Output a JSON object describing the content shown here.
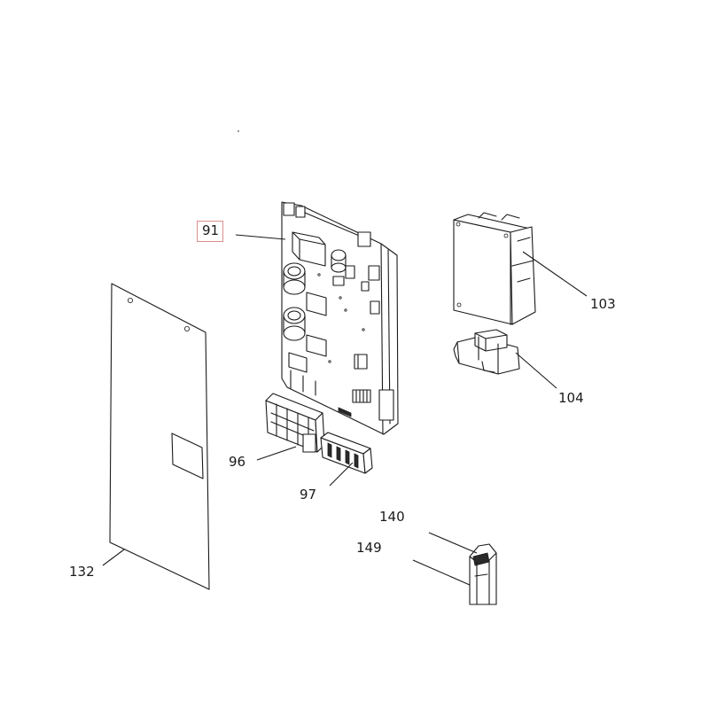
{
  "callouts": {
    "p91": "91",
    "p96": "96",
    "p97": "97",
    "p103": "103",
    "p104": "104",
    "p132": "132",
    "p140": "140",
    "p149": "149"
  },
  "highlighted_callout": "91",
  "highlight_color": "#d98f8f",
  "line_color": "#1a1a1a"
}
